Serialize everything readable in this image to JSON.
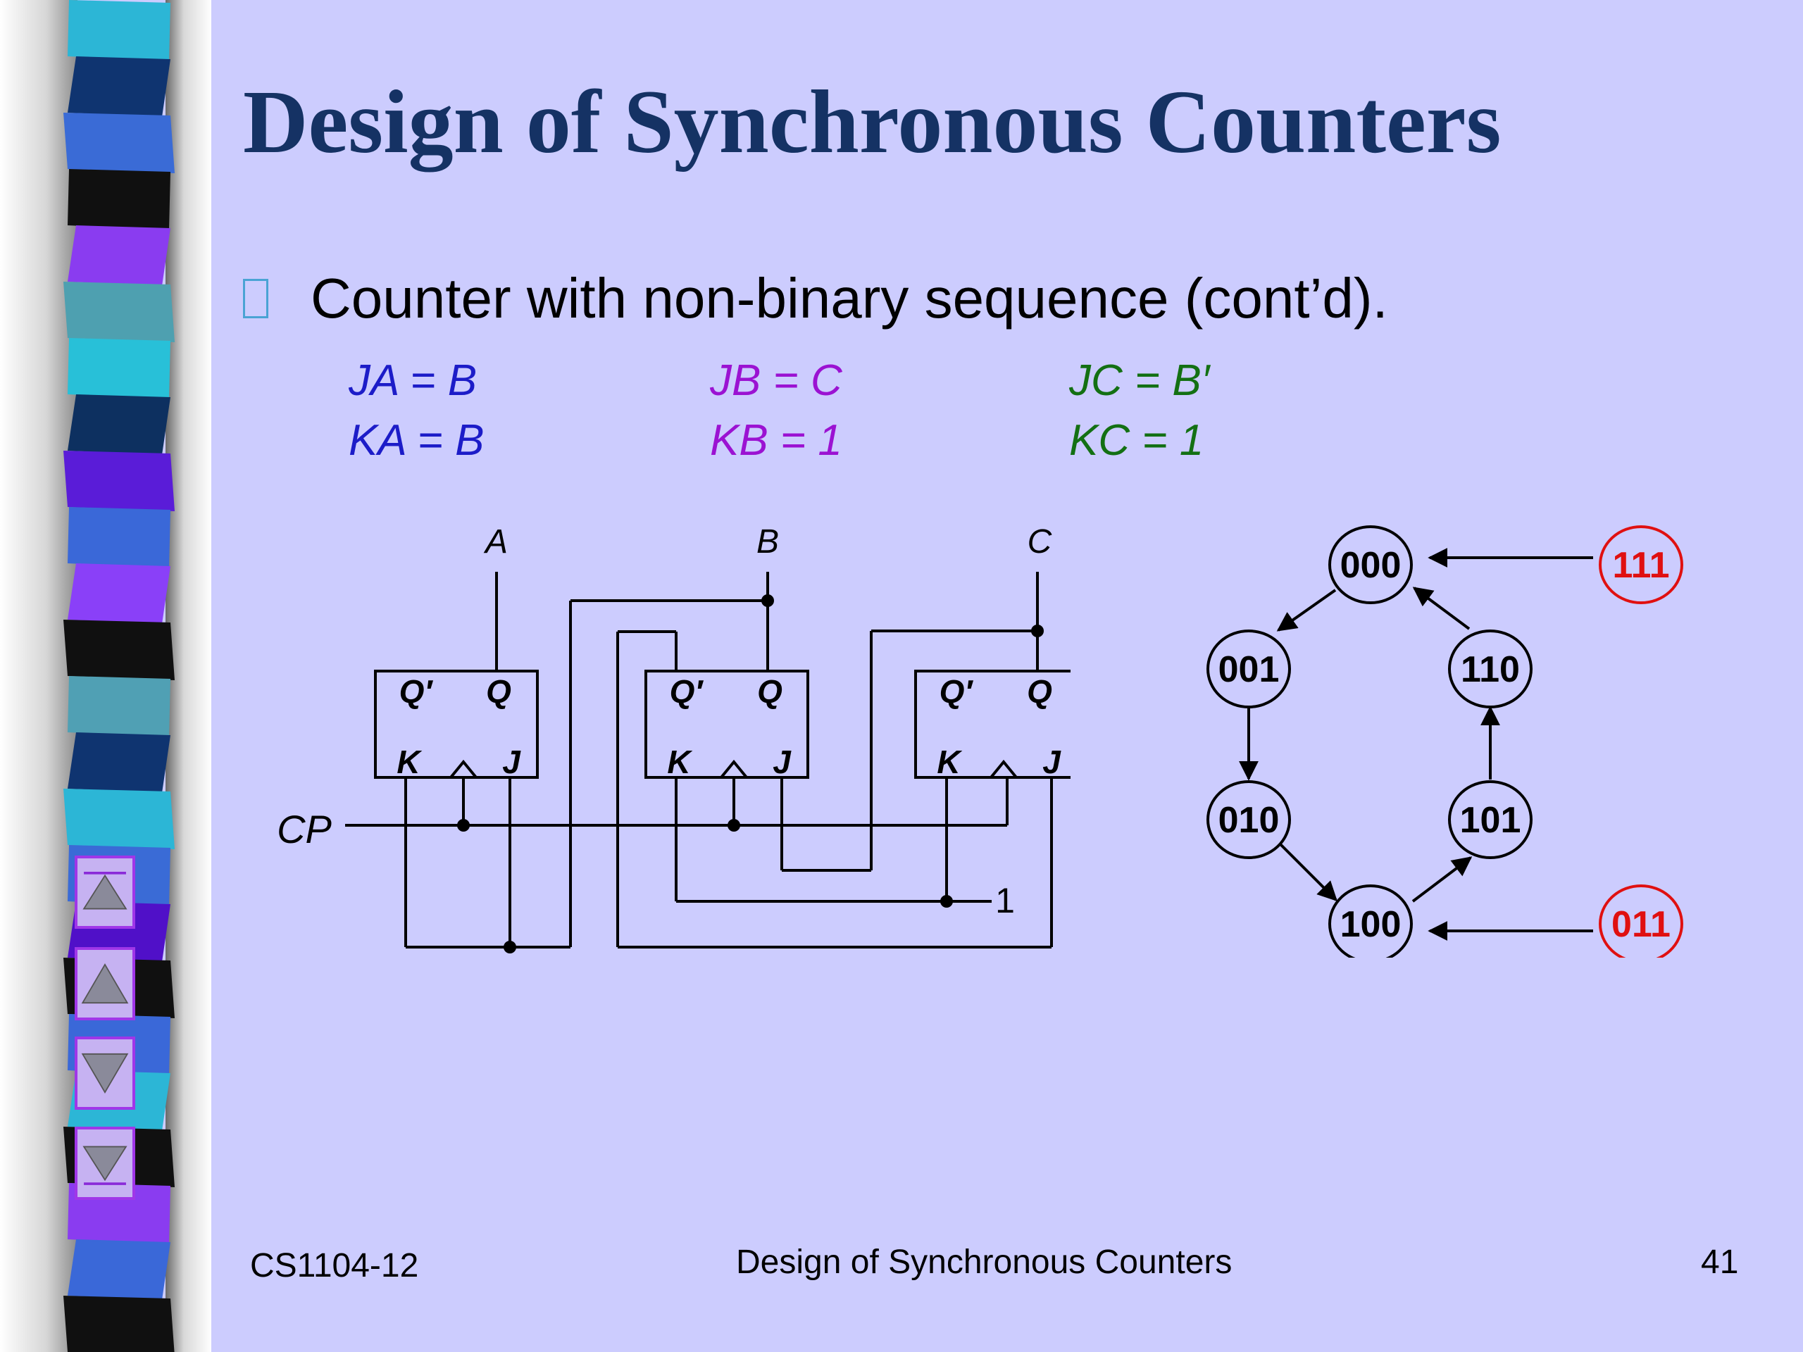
{
  "slide": {
    "title": "Design of Synchronous Counters",
    "bullet": "Counter with non-binary sequence (cont’d).",
    "equations": {
      "ja": "JA = B",
      "ka": "KA = B",
      "jb": "JB = C",
      "kb": "KB = 1",
      "jc": "JC = B′",
      "kc": "KC = 1"
    },
    "colors": {
      "title": "#153264",
      "flipflop_a_eq": "#1c1cc8",
      "flipflop_b_eq": "#9b12d2",
      "flipflop_c_eq": "#137013",
      "unused_state": "#e01010",
      "background": "#ccccfe"
    }
  },
  "circuit": {
    "outputs": [
      "A",
      "B",
      "C"
    ],
    "clock_label": "CP",
    "constant_label": "1",
    "flipflop_pins": {
      "q_bar": "Q′",
      "q": "Q",
      "k": "K",
      "j": "J"
    }
  },
  "state_diagram": {
    "states": [
      "000",
      "001",
      "010",
      "100",
      "101",
      "110"
    ],
    "unused_states": [
      "111",
      "011"
    ]
  },
  "footer": {
    "left": "CS1104-12",
    "center": "Design of Synchronous Counters",
    "page": "41"
  },
  "navigation": {
    "icons": [
      "first-slide-icon",
      "previous-slide-icon",
      "next-slide-icon",
      "last-slide-icon"
    ]
  }
}
